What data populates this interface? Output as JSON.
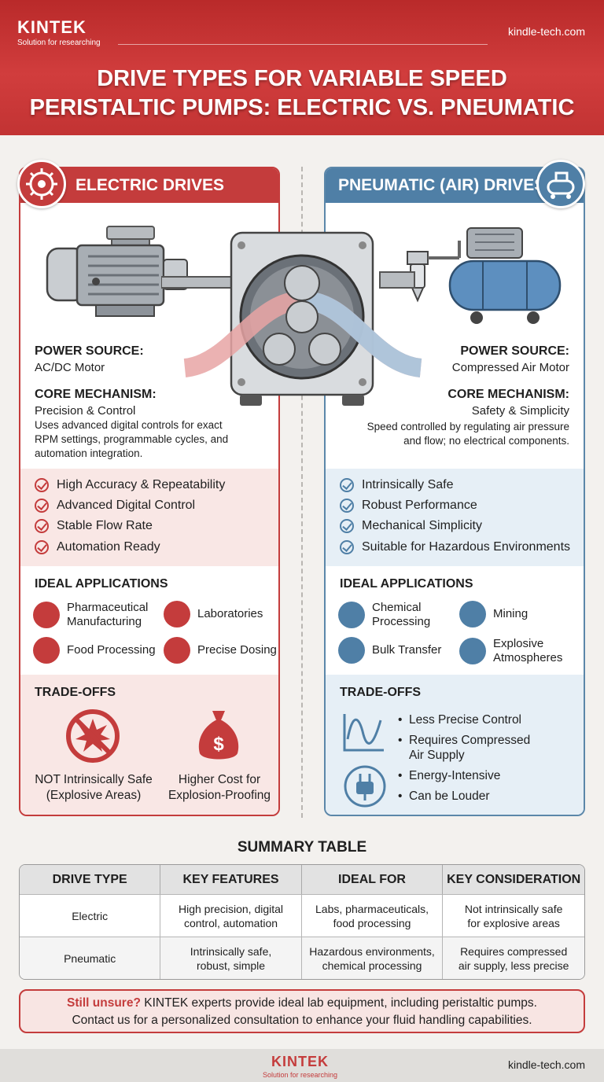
{
  "header": {
    "brand": "KINTEK",
    "tagline": "Solution for researching",
    "site": "kindle-tech.com",
    "title_line1": "DRIVE TYPES FOR VARIABLE SPEED",
    "title_line2": "PERISTALTIC PUMPS: ELECTRIC VS. PNEUMATIC"
  },
  "electric": {
    "title": "ELECTRIC DRIVES",
    "power_label": "POWER SOURCE:",
    "power_value": "AC/DC Motor",
    "core_label": "CORE MECHANISM:",
    "core_value": "Precision & Control",
    "desc": [
      "Uses advanced digital controls for exact",
      "RPM settings, programmable cycles, and",
      "automation integration."
    ],
    "benefits": [
      "High Accuracy & Repeatability",
      "Advanced Digital Control",
      "Stable Flow Rate",
      "Automation Ready"
    ],
    "apps_label": "IDEAL APPLICATIONS",
    "apps": [
      [
        "Pharmaceutical",
        "Manufacturing"
      ],
      [
        "Laboratories"
      ],
      [
        "Food Processing"
      ],
      [
        "Precise Dosing"
      ]
    ],
    "trade_label": "TRADE-OFFS",
    "tradeoffs": [
      [
        "NOT Intrinsically Safe",
        "(Explosive Areas)"
      ],
      [
        "Higher Cost for",
        "Explosion-Proofing"
      ]
    ],
    "icon_currency": "$"
  },
  "pneumatic": {
    "title": "PNEUMATIC (AIR) DRIVES",
    "power_label": "POWER SOURCE:",
    "power_value": "Compressed Air Motor",
    "core_label": "CORE MECHANISM:",
    "core_value": "Safety & Simplicity",
    "desc": [
      "Speed controlled by regulating air pressure",
      "and flow; no electrical components."
    ],
    "benefits": [
      "Intrinsically Safe",
      "Robust Performance",
      "Mechanical Simplicity",
      "Suitable for Hazardous Environments"
    ],
    "apps_label": "IDEAL APPLICATIONS",
    "apps": [
      [
        "Chemical",
        "Processing"
      ],
      [
        "Mining"
      ],
      [
        "Bulk Transfer"
      ],
      [
        "Explosive",
        "Atmospheres"
      ]
    ],
    "trade_label": "TRADE-OFFS",
    "tradeoffs": [
      [
        "Less Precise Control"
      ],
      [
        "Requires Compressed",
        "Air Supply"
      ],
      [
        "Energy-Intensive"
      ],
      [
        "Can be Louder"
      ]
    ]
  },
  "summary": {
    "title": "SUMMARY TABLE",
    "headers": [
      "DRIVE TYPE",
      "KEY FEATURES",
      "IDEAL FOR",
      "KEY CONSIDERATION"
    ],
    "rows": [
      [
        [
          "Electric"
        ],
        [
          "High precision, digital",
          "control, automation"
        ],
        [
          "Labs, pharmaceuticals,",
          "food processing"
        ],
        [
          "Not intrinsically safe",
          "for explosive areas"
        ]
      ],
      [
        [
          "Pneumatic"
        ],
        [
          "Intrinsically safe,",
          "robust, simple"
        ],
        [
          "Hazardous environments,",
          "chemical processing"
        ],
        [
          "Requires compressed",
          "air supply, less precise"
        ]
      ]
    ]
  },
  "cta": {
    "emphasis": "Still unsure?",
    "line1_rest": " KINTEK experts provide ideal lab equipment, including peristaltic pumps.",
    "line2": "Contact us for a personalized consultation to enhance your fluid handling capabilities."
  },
  "footer": {
    "brand": "KINTEK",
    "tagline": "Solution for researching",
    "site": "kindle-tech.com"
  },
  "colors": {
    "electric": "#c43c3c",
    "pneumatic": "#4f7fa6"
  }
}
